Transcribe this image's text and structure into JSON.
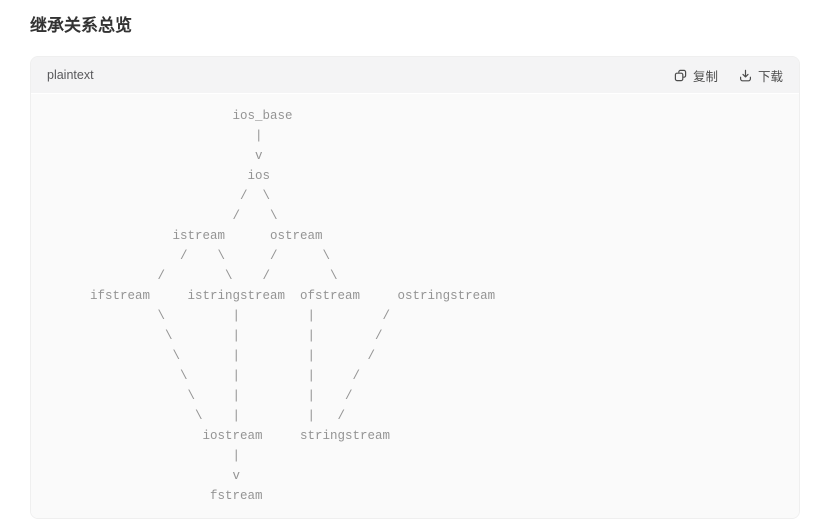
{
  "page": {
    "title": "继承关系总览"
  },
  "code_block": {
    "language": "plaintext",
    "actions": {
      "copy": "复制",
      "download": "下载"
    },
    "icons": {
      "copy": "copy-icon",
      "download": "download-icon"
    },
    "lines": [
      "                         ios_base",
      "                            |",
      "                            v",
      "                           ios",
      "                          /  \\",
      "                         /    \\",
      "                 istream      ostream",
      "                  /    \\      /      \\",
      "               /        \\    /        \\",
      "      ifstream     istringstream  ofstream     ostringstream",
      "               \\         |         |         /",
      "                \\        |         |        /",
      "                 \\       |         |       /",
      "                  \\      |         |     /",
      "                   \\     |         |    /",
      "                    \\    |         |   /",
      "                     iostream     stringstream",
      "                         |",
      "                         v",
      "                      fstream"
    ]
  },
  "colors": {
    "title_text": "#333333",
    "header_bg": "#f4f4f5",
    "body_bg": "#fafafa",
    "code_text": "#949494",
    "action_text": "#4c4c4c"
  }
}
